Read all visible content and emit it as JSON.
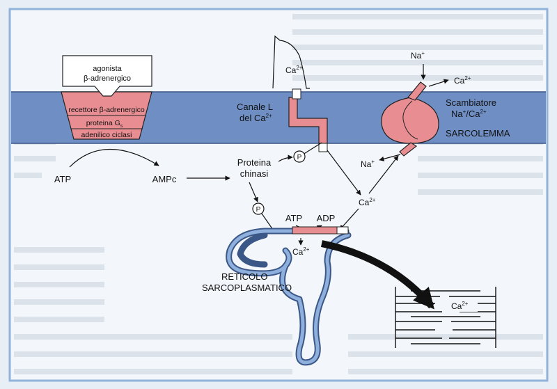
{
  "labels": {
    "agonist": "agonista",
    "agonist2": "β-adrenergico",
    "receptor": "recettore β-adrenergico",
    "gprotein": "proteina G",
    "gprotein_sub": "s",
    "adenylyl": "adenilico ciclasi",
    "atp_left": "ATP",
    "ampc": "AMPc",
    "pk1": "Proteina",
    "pk2": "chinasi",
    "p1": "P",
    "p2": "P",
    "lchannel1": "Canale L",
    "lchannel2": "del Ca",
    "ca_top": "Ca",
    "na_top": "Na",
    "ca_exch_out": "Ca",
    "exchanger1": "Scambiatore",
    "exchanger2": "Na",
    "exchanger3": "/Ca",
    "sarcolemma": "SARCOLEMMA",
    "na_in": "Na",
    "ca_mid": "Ca",
    "atp_sr": "ATP",
    "adp_sr": "ADP",
    "ca_sr": "Ca",
    "reticolo1": "RETICOLO",
    "reticolo2": "SARCOPLASMATICO",
    "ca_myo": "Ca",
    "sup_ca": "2+",
    "sup_plus": "+"
  },
  "colors": {
    "membrane": "#6f8fc4",
    "pink": "#e88e92",
    "sr_fill": "#8fb0dc",
    "frame": "#8fb3d9",
    "background": "#e8eef6"
  }
}
